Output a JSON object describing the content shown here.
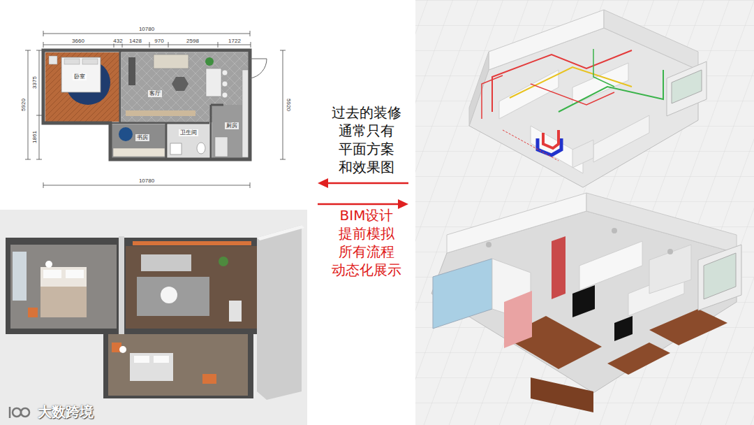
{
  "diagram": {
    "labels": [
      "10780",
      "3660",
      "432",
      "1428",
      "970",
      "2598",
      "1722",
      "5920",
      "3375",
      "1861",
      "5920",
      "10780",
      "卧室",
      "客厅",
      "书房",
      "卫生间",
      "厨房",
      "过去的装修 通常只有 平面方案 和效果图",
      "BIM设计 提前模拟 所有流程 动态化展示",
      "大数跨境"
    ]
  }
}
